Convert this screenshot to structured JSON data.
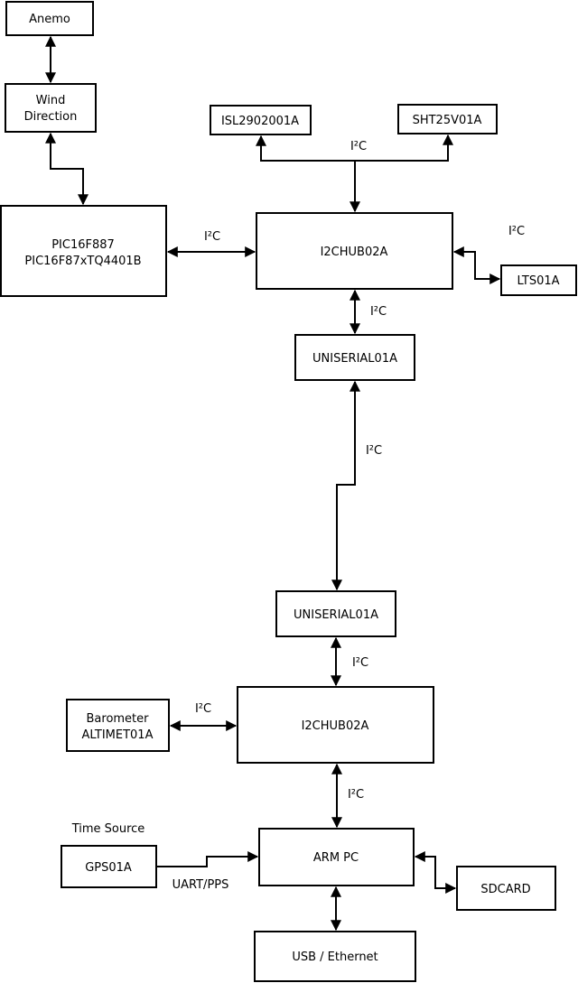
{
  "diagram": {
    "bus_label": "I²C",
    "nodes": {
      "anemo": {
        "label": "Anemo"
      },
      "wind_direction": {
        "line1": "Wind",
        "line2": "Direction"
      },
      "pic": {
        "line1": "PIC16F887",
        "line2": "PIC16F87xTQ4401B"
      },
      "isl2902001a": {
        "label": "ISL2902001A"
      },
      "sht25v01a": {
        "label": "SHT25V01A"
      },
      "i2chub_top": {
        "label": "I2CHUB02A"
      },
      "lts01a": {
        "label": "LTS01A"
      },
      "uniserial_top": {
        "label": "UNISERIAL01A"
      },
      "uniserial_bottom": {
        "label": "UNISERIAL01A"
      },
      "i2chub_bottom": {
        "label": "I2CHUB02A"
      },
      "barometer": {
        "line1": "Barometer",
        "line2": "ALTIMET01A"
      },
      "gps01a": {
        "label": "GPS01A"
      },
      "arm_pc": {
        "label": "ARM PC"
      },
      "sdcard": {
        "label": "SDCARD"
      },
      "usb_ethernet": {
        "label": "USB / Ethernet"
      }
    },
    "labels": {
      "time_source": "Time Source",
      "uart_pps": "UART/PPS"
    },
    "colors": {
      "stroke": "#000000",
      "box_fill": "#ffffff",
      "background": "#ffffff"
    }
  }
}
